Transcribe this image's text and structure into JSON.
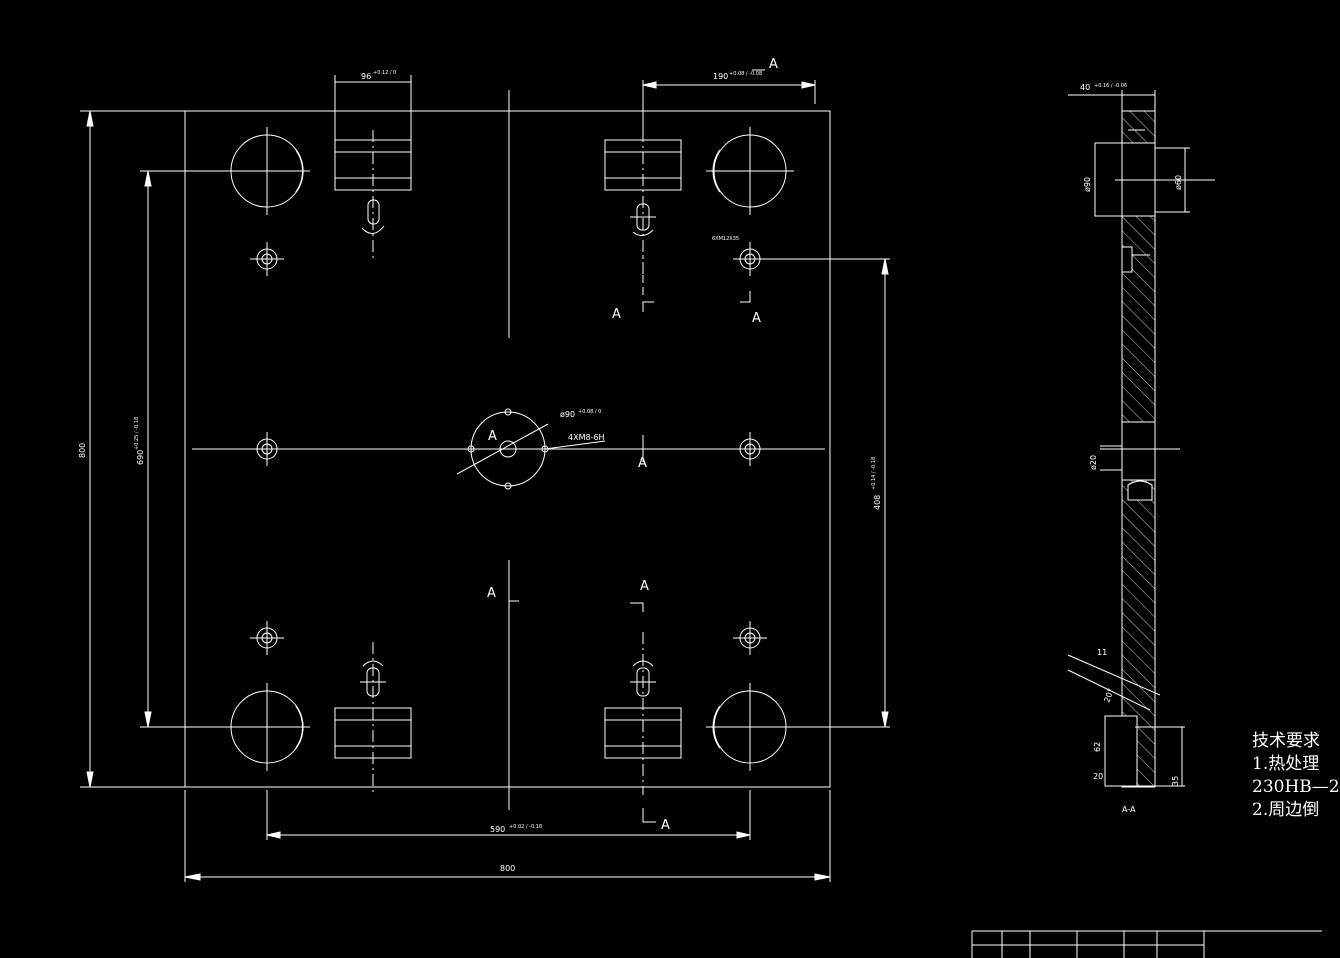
{
  "dimensions": {
    "hole_pitch_x": "590",
    "hole_pitch_x_tol": "+0.02 / -0.18",
    "plate_width": "800",
    "plate_height": "800",
    "hole_pitch_y": "690",
    "hole_pitch_y_tol": "+0.25 / -0.18",
    "pocket_width": "96",
    "pocket_width_tol": "+0.12 / 0",
    "pocket_offset": "190",
    "pocket_offset_tol": "+0.08 / -0.08",
    "right_dim": "408",
    "right_dim_tol": "+0.14 / -0.18",
    "center_bore": "ø90",
    "center_bore_tol": "+0.08 / 0",
    "center_thread": "4XM8-6H",
    "screw_note": "6XM12X35",
    "section_thickness": "40",
    "section_thickness_tol": "+0.16 / -0.06",
    "section_bore1": "ø90",
    "section_bore2": "ø60",
    "section_bore3": "ø20",
    "section_h1": "62",
    "section_h2": "20",
    "section_h3": "35",
    "section_h4": "11",
    "section_angle": "20°"
  },
  "section_letters": {
    "a": "A"
  },
  "section_view_label": "A-A",
  "notes": {
    "line1": "技术要求",
    "line2": "1.热处理",
    "line3": "230HB—2",
    "line4": "2.周边倒"
  }
}
